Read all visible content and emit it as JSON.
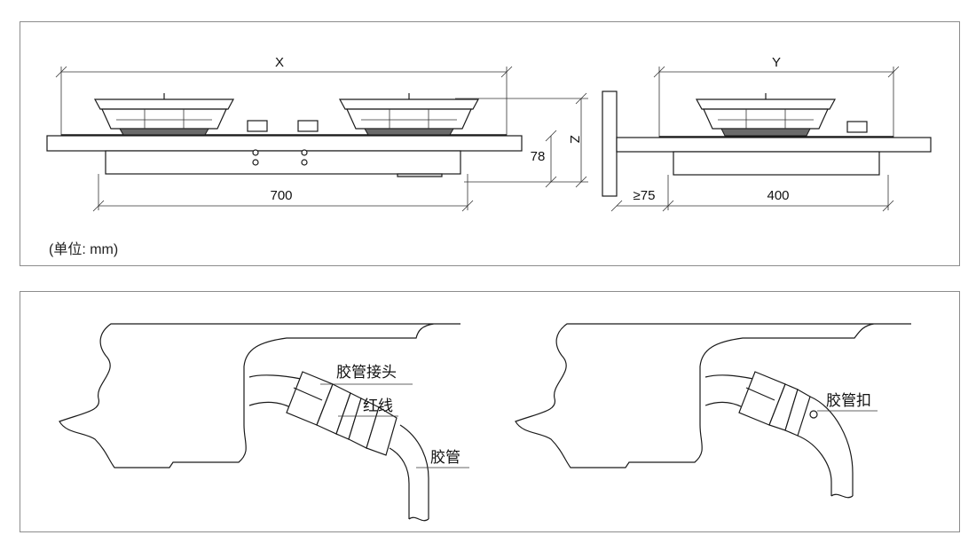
{
  "dimensions": {
    "width_label": "X",
    "depth_label": "Y",
    "height_label": "Z",
    "cutout_width": "700",
    "body_height": "78",
    "wall_clearance": "≥75",
    "cutout_depth": "400",
    "unit_note": "(单位: mm)"
  },
  "hose_connection": {
    "hose_connector_label": "胶管接头",
    "red_line_label": "红线",
    "hose_label": "胶管",
    "hose_clamp_label": "胶管扣"
  }
}
